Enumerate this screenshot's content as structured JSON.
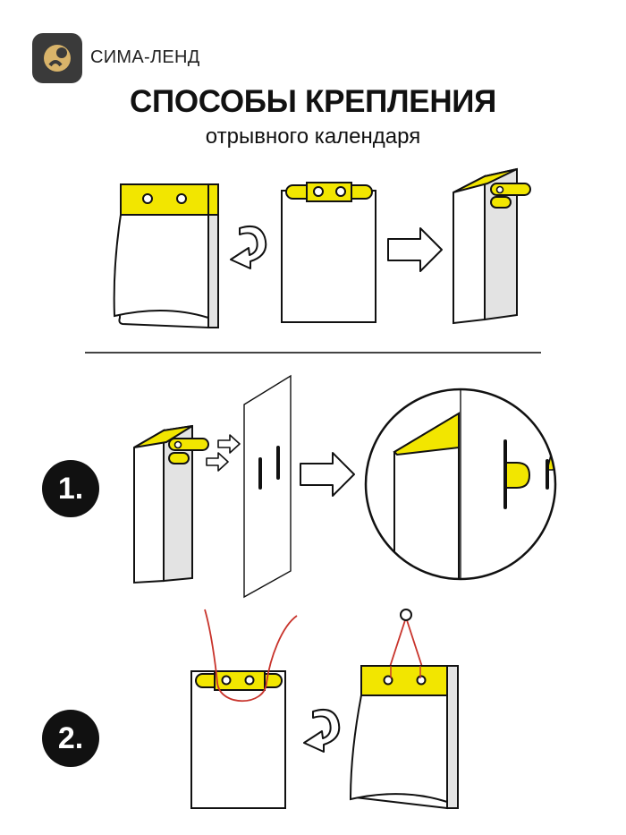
{
  "brand": {
    "name": "СИМА-ЛЕНД"
  },
  "heading": {
    "title": "СПОСОБЫ КРЕПЛЕНИЯ",
    "subtitle": "отрывного календаря"
  },
  "steps": [
    {
      "label": "1."
    },
    {
      "label": "2."
    }
  ],
  "colors": {
    "accent_yellow": "#f2e600",
    "string_red": "#c8332b",
    "outline": "#111111",
    "side_gray": "#e3e3e3",
    "logo_bg": "#3a3a3a",
    "logo_gold": "#d9b46a"
  },
  "icons": [
    "brand-logo-icon",
    "rotate-arrow-icon",
    "right-arrow-icon"
  ]
}
